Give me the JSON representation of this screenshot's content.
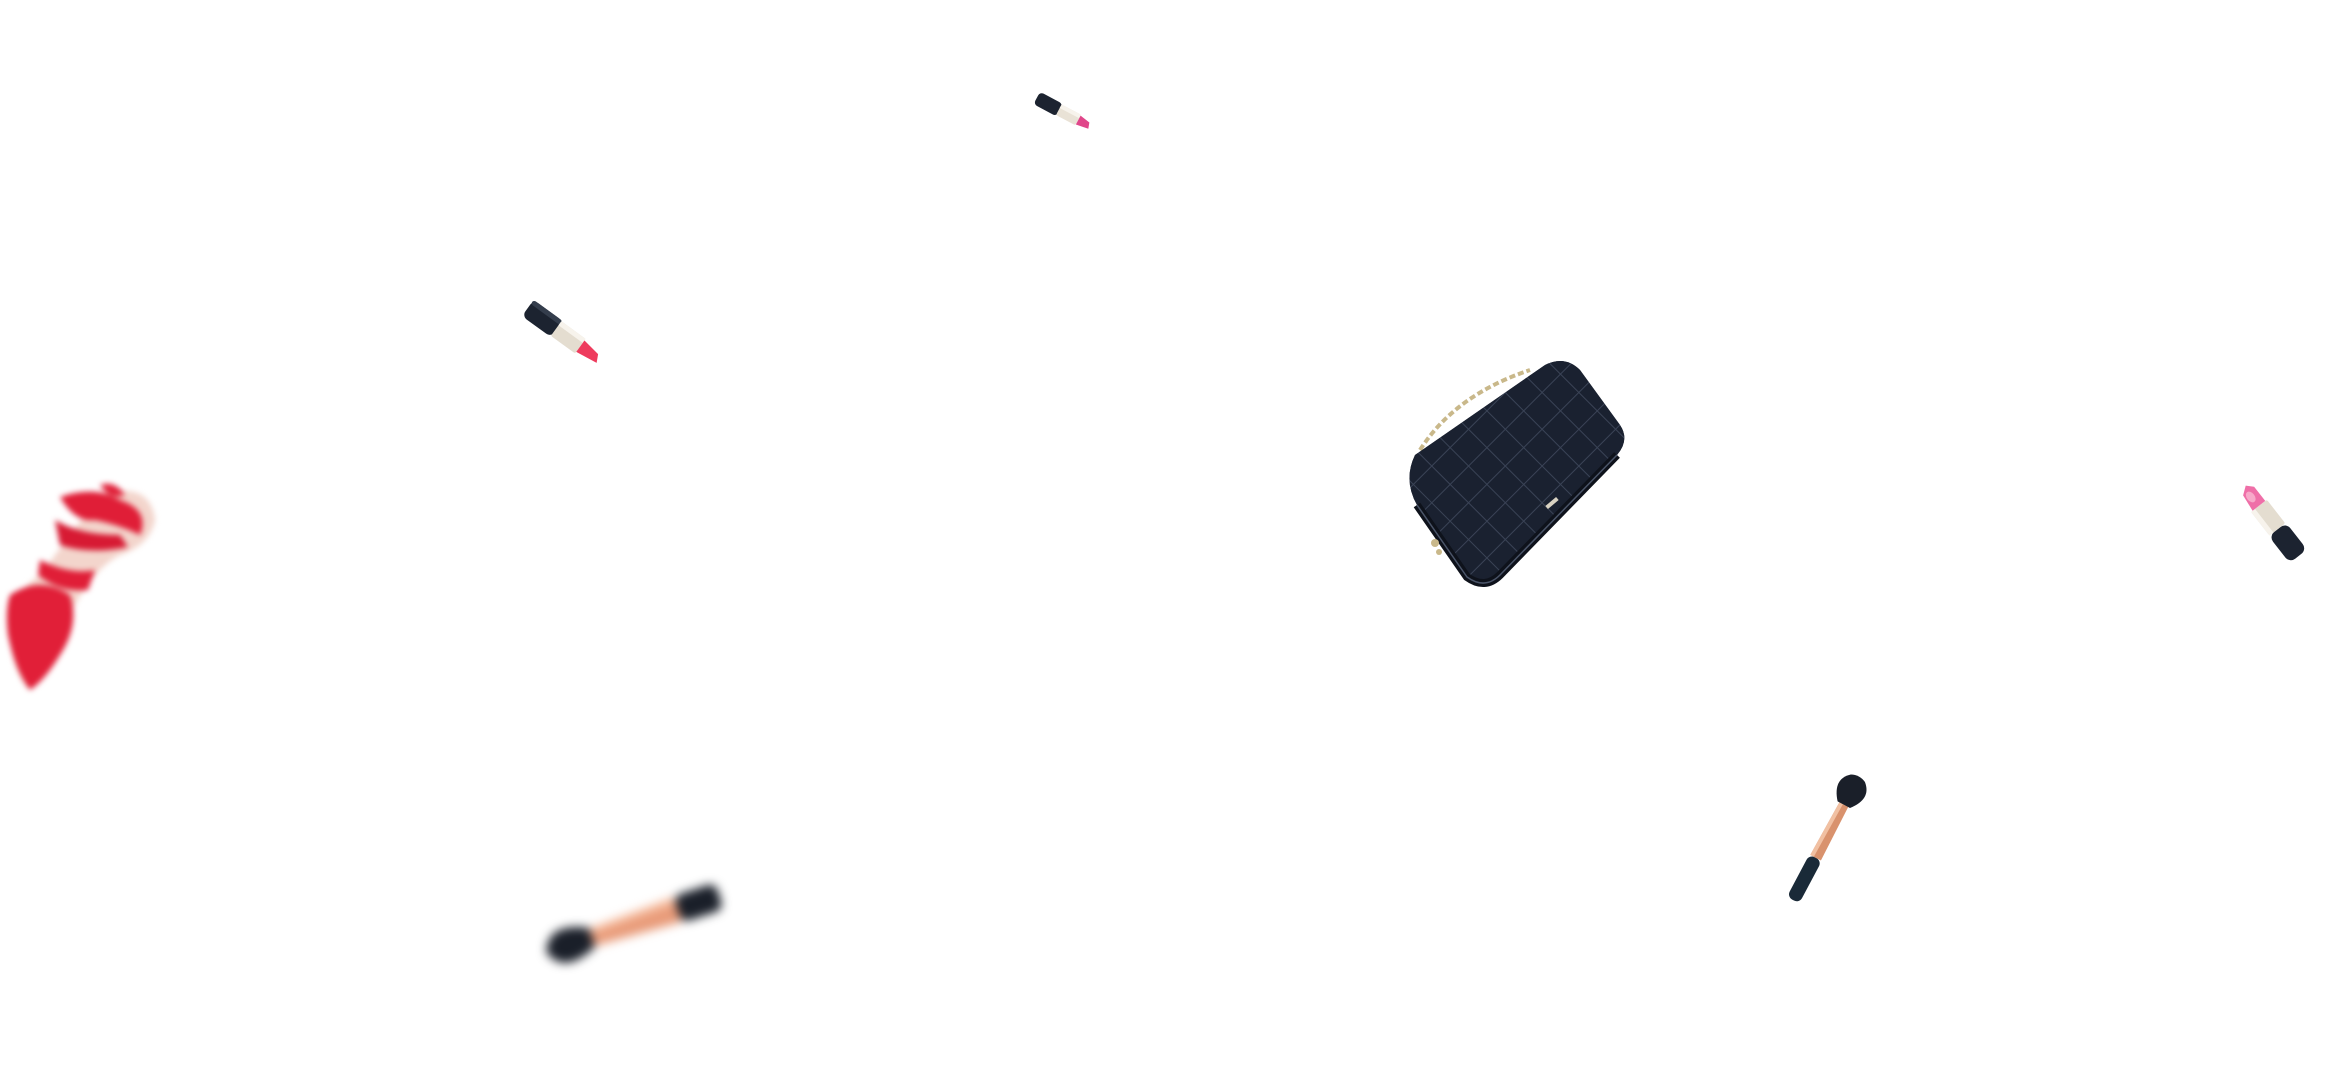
{
  "scene": {
    "background": "#ffffff",
    "objects": [
      {
        "name": "lipstick-top",
        "kind": "lipstick",
        "colors": {
          "bullet": "#e0468a",
          "sleeve": "#e9e2d6",
          "cap": "#1c2330"
        }
      },
      {
        "name": "lipstick-left",
        "kind": "lipstick",
        "colors": {
          "bullet": "#ee3b5d",
          "sleeve": "#e9e2d6",
          "cap": "#1c2330"
        }
      },
      {
        "name": "lipstick-right",
        "kind": "lipstick",
        "colors": {
          "bullet": "#ef6fa8",
          "sleeve": "#e9e2d6",
          "cap": "#1c2330"
        }
      },
      {
        "name": "quilted-handbag",
        "kind": "handbag",
        "colors": {
          "leather": "#1a2130",
          "chain": "#c9b88a"
        }
      },
      {
        "name": "red-high-heel",
        "kind": "shoe",
        "colors": {
          "body": "#e01e37",
          "sole": "#f3d5cc"
        }
      },
      {
        "name": "makeup-brush-blurred",
        "kind": "brush",
        "colors": {
          "bristles": "#1a1f29",
          "ferrule": "#e89a78",
          "handle": "#1a1f29"
        }
      },
      {
        "name": "makeup-brush-right",
        "kind": "brush",
        "colors": {
          "bristles": "#1a1f29",
          "ferrule": "#d9926d",
          "handle": "#1a2a38"
        }
      }
    ]
  }
}
